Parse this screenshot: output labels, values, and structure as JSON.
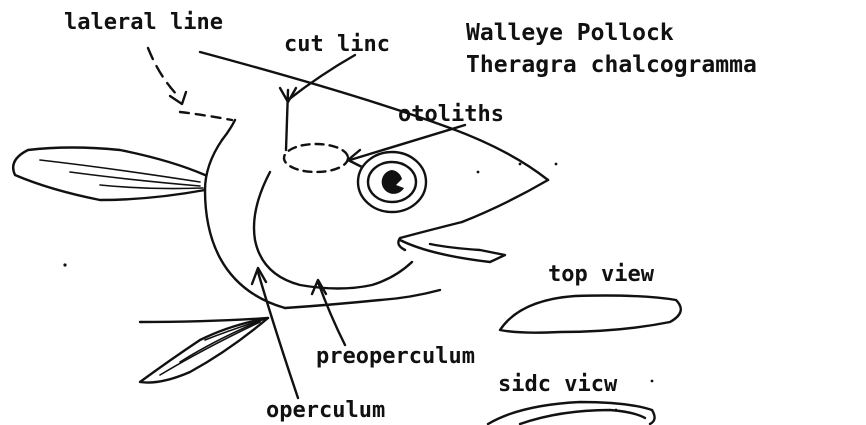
{
  "title": {
    "line1": "Walleye Pollock",
    "line2": "Theragra chalcogramma"
  },
  "labels": {
    "lateral_line": "laleral line",
    "cut_line": "cut linc",
    "otoliths": "otoliths",
    "preoperculum": "preoperculum",
    "operculum": "operculum",
    "top_view": "top view",
    "side_view": "sidc vicw"
  },
  "colors": {
    "ink": "#111111",
    "background": "#ffffff"
  }
}
